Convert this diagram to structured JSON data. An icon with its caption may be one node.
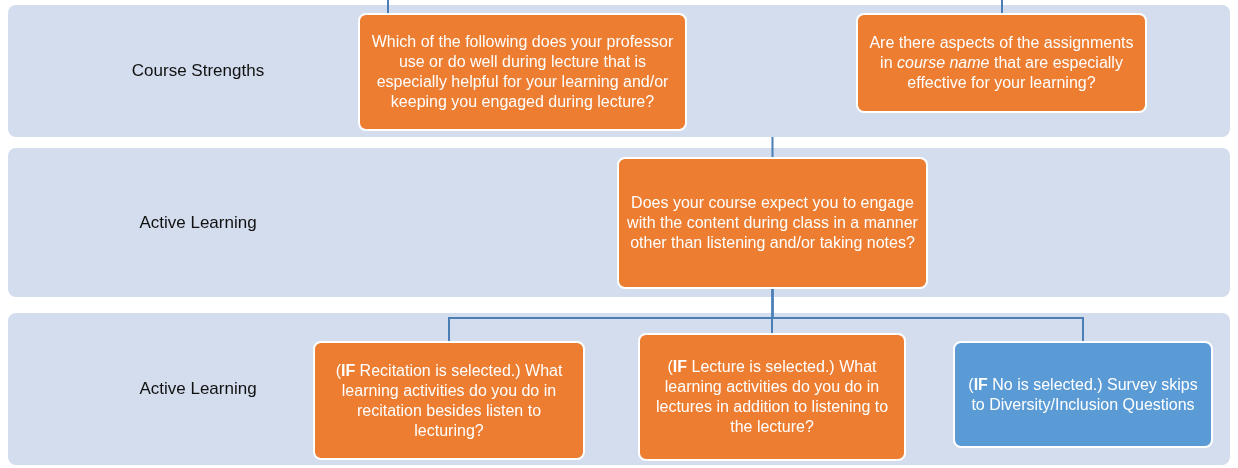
{
  "diagram": {
    "nodes": [
      {
        "text": [
          "Course Strengths"
        ]
      },
      {
        "text": [
          "Which of the following does your professor use or do well during lecture that is especially helpful for your learning and/or keeping you engaged during lecture?"
        ],
        "in": 0
      },
      {
        "text": [
          "Are there aspects of the assignments in *course name* that are especially effective for your learning?"
        ],
        "in": 0
      },
      {
        "text": [
          "Active Learning"
        ]
      },
      {
        "text": [
          "Does your course expect you to engage with the content during class in a manner other than listening and/or taking notes?"
        ],
        "in": 3
      },
      {
        "text": [
          "Active Learning"
        ]
      },
      {
        "text": [
          "(**IF** Recitation is selected.) What learning activities do you do in recitation besides listen to lecturing?"
        ],
        "in": 5
      },
      {
        "text": [
          "(**IF** Lecture is selected.) What learning activities do you do in lectures in addition to listening to the lecture?"
        ],
        "in": 5
      },
      {
        "text": [
          "(**IF** No is selected.) Survey skips to Diversity/Inclusion Questions"
        ],
        "in": 5
      }
    ],
    "edges": [
      {
        "from": null,
        "to": 1,
        "arrow": "none"
      },
      {
        "from": null,
        "to": 2,
        "arrow": "none"
      },
      {
        "from": 0,
        "to": 4,
        "arrow": "none"
      },
      {
        "from": 4,
        "to": 6,
        "arrow": "none"
      },
      {
        "from": 4,
        "to": 7,
        "arrow": "none"
      },
      {
        "from": 4,
        "to": 8,
        "arrow": "none"
      }
    ]
  }
}
